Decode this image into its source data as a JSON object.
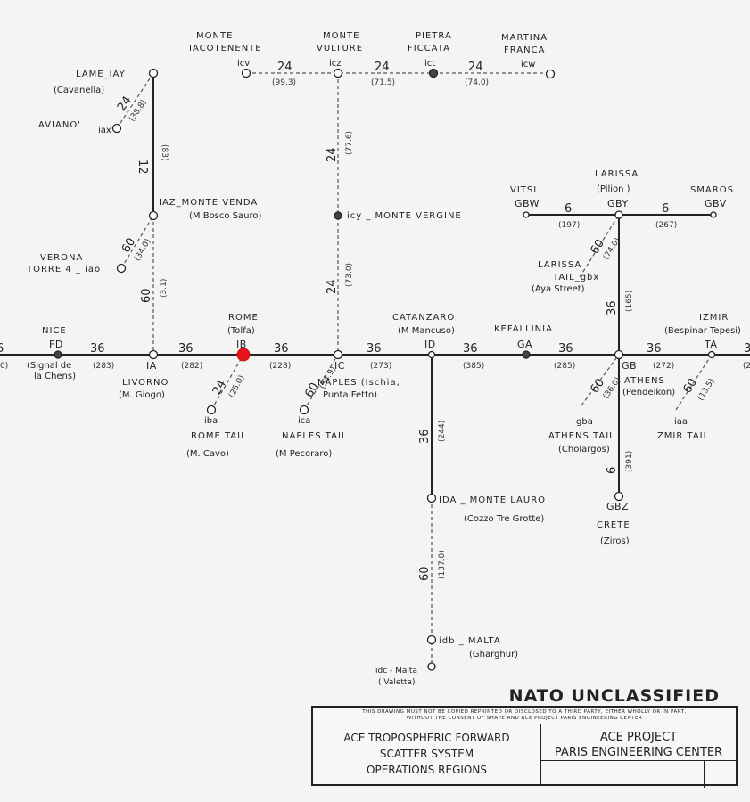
{
  "colors": {
    "paper": "#f4f4f2",
    "ink": "#222222",
    "highlight": "#e8141c"
  },
  "links": [
    {
      "channels": "36",
      "distance": "(283)"
    },
    {
      "channels": "36",
      "distance": "(282)"
    },
    {
      "channels": "36",
      "distance": "(228)"
    },
    {
      "channels": "36",
      "distance": "(273)"
    },
    {
      "channels": "36",
      "distance": "(385)"
    },
    {
      "channels": "36",
      "distance": "(285)"
    },
    {
      "channels": "36",
      "distance": "(272)"
    },
    {
      "channels": "12",
      "distance": "(83)"
    },
    {
      "channels": "24",
      "distance": "(38.8)"
    },
    {
      "channels": "60",
      "distance": "(34.0)"
    },
    {
      "channels": "60",
      "distance": "(3.1)"
    },
    {
      "channels": "24",
      "distance": "(25.0)"
    },
    {
      "channels": "60",
      "distance": "(34.9)"
    },
    {
      "channels": "24",
      "distance": "(73.0)"
    },
    {
      "channels": "24",
      "distance": "(77.6)"
    },
    {
      "channels": "24",
      "distance": "(99.3)"
    },
    {
      "channels": "24",
      "distance": "(71.5)"
    },
    {
      "channels": "24",
      "distance": "(74.0)"
    },
    {
      "channels": "6",
      "distance": "(197)"
    },
    {
      "channels": "6",
      "distance": "(267)"
    },
    {
      "channels": "60",
      "distance": "(74.0)"
    },
    {
      "channels": "36",
      "distance": "(165)"
    },
    {
      "channels": "60",
      "distance": "(36.0)"
    },
    {
      "channels": "60",
      "distance": "(13.5)"
    },
    {
      "channels": "6",
      "distance": "(391)"
    },
    {
      "channels": "36",
      "distance": "(244)"
    },
    {
      "channels": "60",
      "distance": "(137.0)"
    }
  ],
  "labels": {
    "edge_left_num": "6",
    "edge_left_dist": "0)",
    "edge_right_num": "3",
    "edge_right_dist": "(2",
    "nice": "NICE",
    "fd": "FD",
    "nice_sub1": "(Signal de",
    "nice_sub2": "la Chens)",
    "ia": "IA",
    "livorno1": "LIVORNO",
    "livorno2": "(M. Giogo)",
    "rome1": "ROME",
    "rome2": "(Tolfa)",
    "ib": "IB",
    "ic": "IC",
    "naples1": "NAPLES (Ischia,",
    "naples2": "Punta Fetto)",
    "catanzaro1": "CATANZARO",
    "catanzaro2": "(M Mancuso)",
    "id": "ID",
    "kefallinia": "KEFALLINIA",
    "ga": "GA",
    "gb": "GB",
    "athens1": "ATHENS",
    "athens2": "(Pendeikon)",
    "izmir1": "IZMIR",
    "izmir2": "(Bespinar Tepesi)",
    "ta": "TA",
    "iba": "iba",
    "rometail1": "ROME TAIL",
    "rometail2": "(M. Cavo)",
    "ica": "ica",
    "naplestail1": "NAPLES TAIL",
    "naplestail2": "(M Pecoraro)",
    "lame": "LAME_IAY",
    "cavanella": "(Cavanella)",
    "aviano": "AVIANO'",
    "iax": "iax",
    "iaz": "IAZ_MONTE VENDA",
    "bosco": "(M Bosco Sauro)",
    "verona": "VERONA",
    "torre": "TORRE 4 _ iao",
    "icy": "icy _ MONTE VERGINE",
    "iacot1": "MONTE",
    "iacot2": "IACOTENENTE",
    "icv": "icv",
    "vult1": "MONTE",
    "vult2": "VULTURE",
    "icz": "icz",
    "pietra1": "PIETRA",
    "pietra2": "FICCATA",
    "ict": "ict",
    "martina1": "MARTINA",
    "martina2": "FRANCA",
    "icw": "icw",
    "vitsi": "VITSI",
    "gbw": "GBW",
    "larissa1": "LARISSA",
    "larissa2": "(Pilion )",
    "gby": "GBY",
    "ismaros": "ISMAROS",
    "gbv": "GBV",
    "larissatail1": "LARISSA",
    "larissatail2": "TAIL_gbx",
    "larissatail3": "(Aya Street)",
    "gba": "gba",
    "athenstail1": "ATHENS TAIL",
    "athenstail2": "(Cholargos)",
    "iaa": "iaa",
    "izmirtail": "IZMIR TAIL",
    "gbz": "GBZ",
    "crete1": "CRETE",
    "crete2": "(Ziros)",
    "ida": "IDA _ MONTE LAURO",
    "cozzo": "(Cozzo Tre Grotte)",
    "idb": "idb _ MALTA",
    "gharghur": "(Gharghur)",
    "idc1": "idc - Malta",
    "idc2": "( Valetta)"
  },
  "title_block": {
    "classification": "NATO UNCLASSIFIED",
    "notice_line1": "THIS DRAWING MUST NOT BE COPIED REPRINTED OR DISCLOSED TO A THIRD PARTY, EITHER WHOLLY OR IN PART,",
    "notice_line2": "WITHOUT THE CONSENT OF SHAPE AND ACE PROJECT PARIS ENGINEERING CENTER",
    "left_line1": "ACE TROPOSPHERIC FORWARD",
    "left_line2": "SCATTER SYSTEM",
    "left_line3": "OPERATIONS REGIONS",
    "right_line1": "ACE PROJECT",
    "right_line2": "PARIS ENGINEERING CENTER"
  }
}
